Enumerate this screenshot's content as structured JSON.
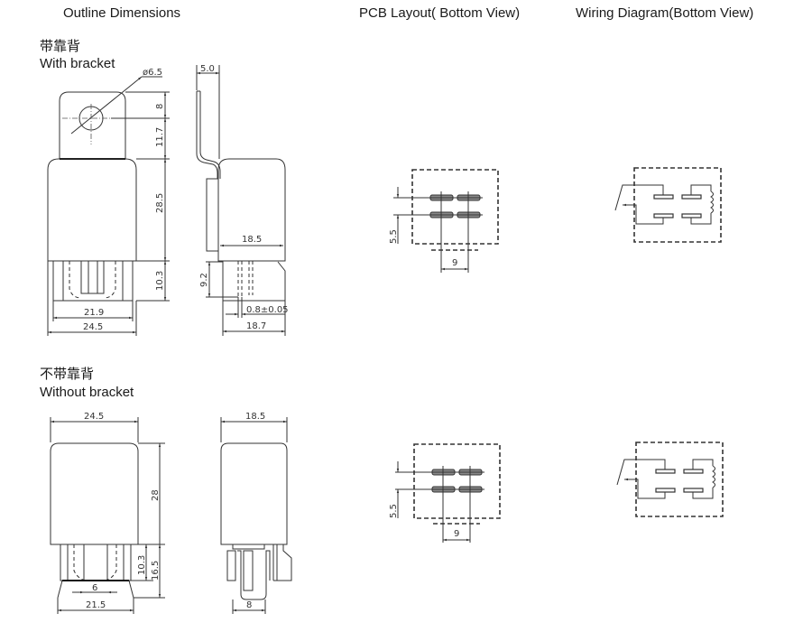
{
  "headers": {
    "outline": "Outline Dimensions",
    "pcb": "PCB Layout( Bottom View)",
    "wiring": "Wiring Diagram(Bottom View)"
  },
  "with_bracket": {
    "label_cn": "带靠背",
    "label_en": "With bracket",
    "dims": {
      "hole_dia": "ø6.5",
      "bracket_thickness": "5.0",
      "hole_top": "8",
      "hole_to_body": "11.7",
      "body_height": "28.5",
      "terminal_height": "10.3",
      "terminal_span": "21.9",
      "body_width": "24.5",
      "side_width": "18.5",
      "pin_length": "9.2",
      "pin_thickness": "0.8±0.05",
      "side_base_width": "18.7"
    }
  },
  "without_bracket": {
    "label_cn": "不带靠背",
    "label_en": "Without bracket",
    "dims": {
      "body_width": "24.5",
      "side_width": "18.5",
      "body_height": "28",
      "terminal_height": "10.3",
      "base_height": "16.5",
      "inner_span": "6",
      "base_width": "21.5",
      "tab_width": "8"
    }
  },
  "pcb": {
    "row_pitch": "5.5",
    "col_pitch": "9"
  }
}
